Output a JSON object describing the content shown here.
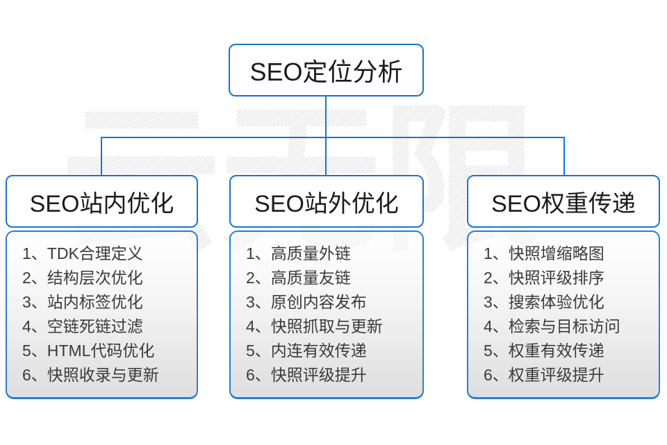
{
  "watermark": "云无限",
  "accent_color": "#1a73c8",
  "root": {
    "title": "SEO定位分析"
  },
  "columns": [
    {
      "title": "SEO站内优化",
      "items": [
        "1、TDK合理定义",
        "2、结构层次优化",
        "3、站内标签优化",
        "4、空链死链过滤",
        "5、HTML代码优化",
        "6、快照收录与更新"
      ]
    },
    {
      "title": "SEO站外优化",
      "items": [
        "1、高质量外链",
        "2、高质量友链",
        "3、原创内容发布",
        "4、快照抓取与更新",
        "5、内连有效传递",
        "6、快照评级提升"
      ]
    },
    {
      "title": "SEO权重传递",
      "items": [
        "1、快照增缩略图",
        "2、快照评级排序",
        "3、搜索体验优化",
        "4、检索与目标访问",
        "5、权重有效传递",
        "6、权重评级提升"
      ]
    }
  ]
}
